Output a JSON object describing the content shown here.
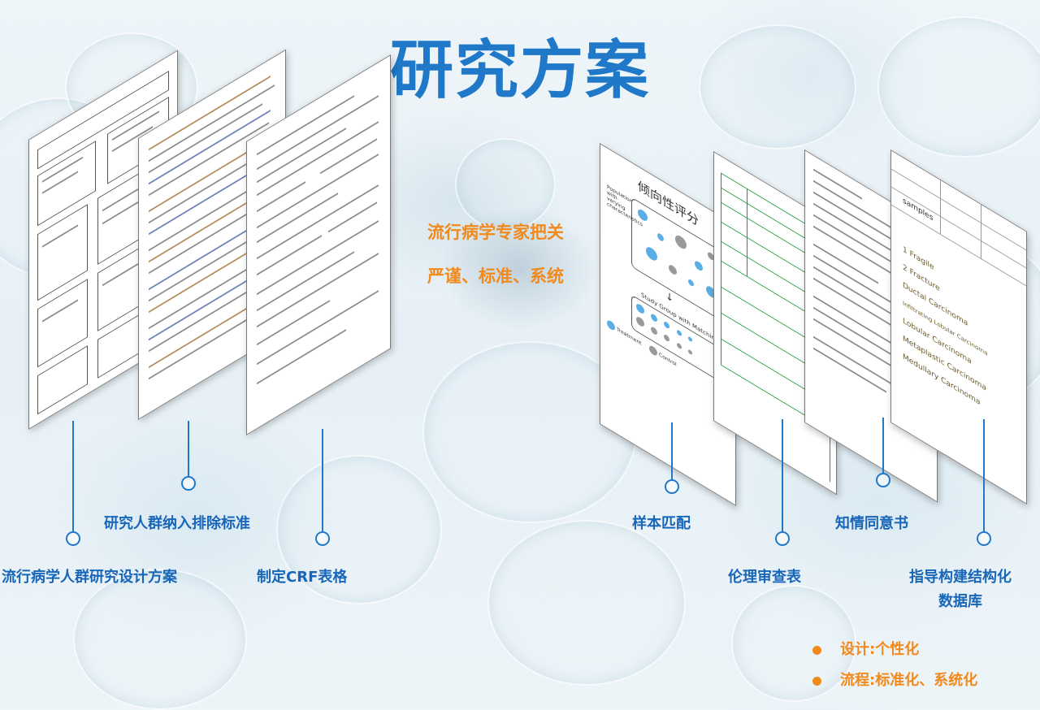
{
  "title": "研究方案",
  "center": {
    "line1": "流行病学专家把关",
    "line2": "严谨、标准、系统"
  },
  "labels": {
    "epi_design": "流行病学人群研究设计方案",
    "inclusion": "研究人群纳入排除标准",
    "crf": "制定CRF表格",
    "matching": "样本匹配",
    "ethics": "伦理审查表",
    "consent": "知情同意书",
    "database_line1": "指导构建结构化",
    "database_line2": "数据库"
  },
  "documents": {
    "propensity_title": "倾向性评分",
    "study_group": "Study Group with Matching",
    "population_label": "Population with varying characteristics",
    "treatment": "Treatment",
    "control": "Control",
    "samples_head": "samples",
    "samples_items": [
      "1 Fragile",
      "2 Fracture",
      "Ductal Carcinoma",
      "Infiltrating Lobular Carcinoma",
      "Lobular Carcinoma",
      "Metaplastic Carcinoma",
      "Medullary Carcinoma"
    ]
  },
  "bullets": [
    "设计:个性化",
    "流程:标准化、系统化"
  ],
  "colors": {
    "title": "#1f78c8",
    "accent": "#f08a1c",
    "label": "#1866b8"
  }
}
